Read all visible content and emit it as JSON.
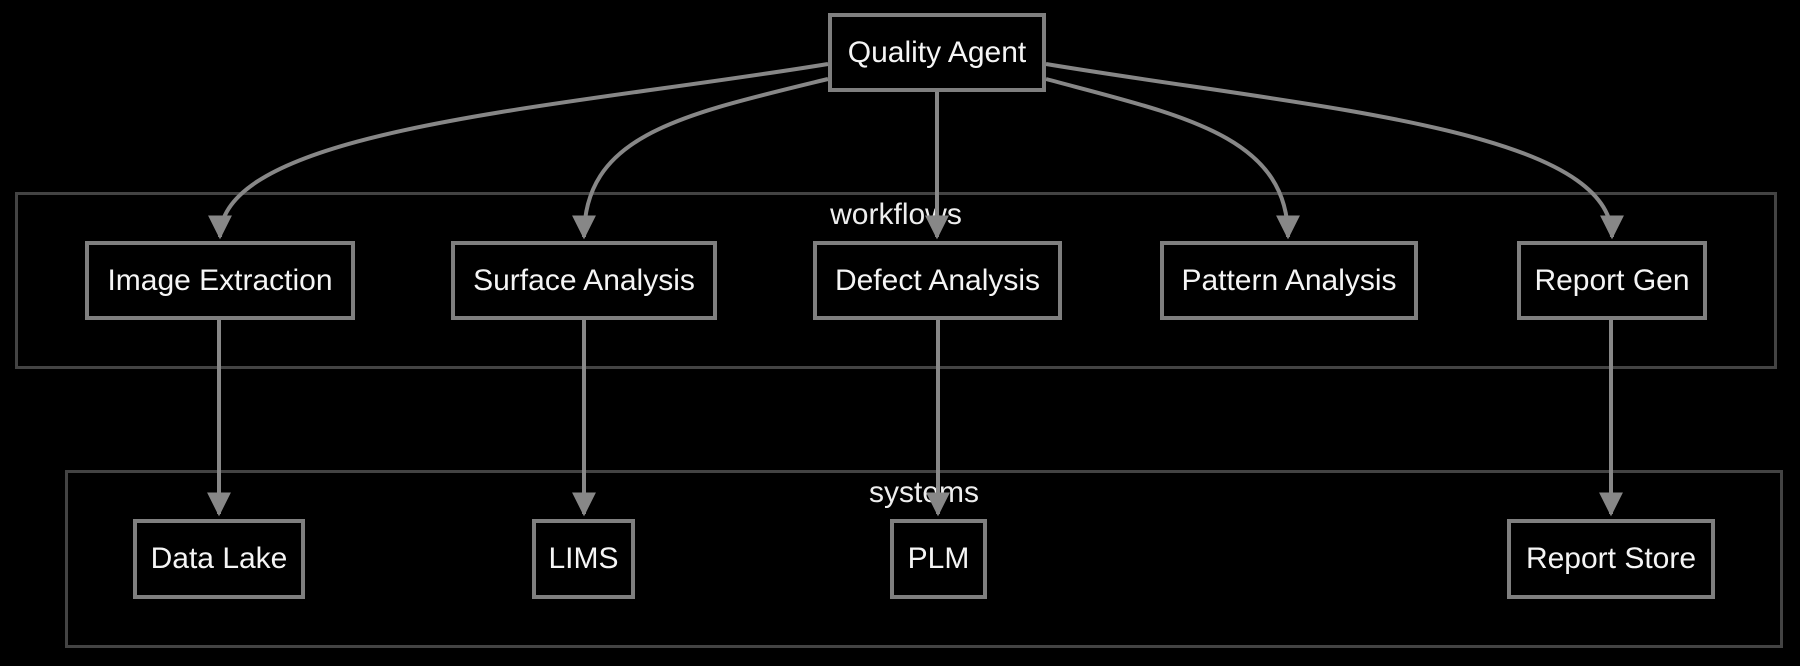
{
  "diagram": {
    "type": "flowchart",
    "direction": "top-down",
    "colors": {
      "background": "#000000",
      "node_fill": "#000000",
      "node_border": "#7f7f7f",
      "node_text": "#f5f5f5",
      "cluster_border": "#434343",
      "cluster_label_text": "#eeeeee",
      "edge": "#878787"
    },
    "nodes": {
      "quality_agent": "Quality Agent",
      "image_extraction": "Image Extraction",
      "surface_analysis": "Surface Analysis",
      "defect_analysis": "Defect Analysis",
      "pattern_analysis": "Pattern Analysis",
      "report_gen": "Report Gen",
      "data_lake": "Data Lake",
      "lims": "LIMS",
      "plm": "PLM",
      "report_store": "Report Store"
    },
    "clusters": [
      {
        "id": "workflows",
        "label": "workflows",
        "children": [
          "Image Extraction",
          "Surface Analysis",
          "Defect Analysis",
          "Pattern Analysis",
          "Report Gen"
        ]
      },
      {
        "id": "systems",
        "label": "systems",
        "children": [
          "Data Lake",
          "LIMS",
          "PLM",
          "Report Store"
        ]
      }
    ],
    "edges": [
      {
        "from": "Quality Agent",
        "to": "Image Extraction"
      },
      {
        "from": "Quality Agent",
        "to": "Surface Analysis"
      },
      {
        "from": "Quality Agent",
        "to": "Defect Analysis"
      },
      {
        "from": "Quality Agent",
        "to": "Pattern Analysis"
      },
      {
        "from": "Quality Agent",
        "to": "Report Gen"
      },
      {
        "from": "Image Extraction",
        "to": "Data Lake"
      },
      {
        "from": "Surface Analysis",
        "to": "LIMS"
      },
      {
        "from": "Defect Analysis",
        "to": "PLM"
      },
      {
        "from": "Report Gen",
        "to": "Report Store"
      }
    ]
  }
}
